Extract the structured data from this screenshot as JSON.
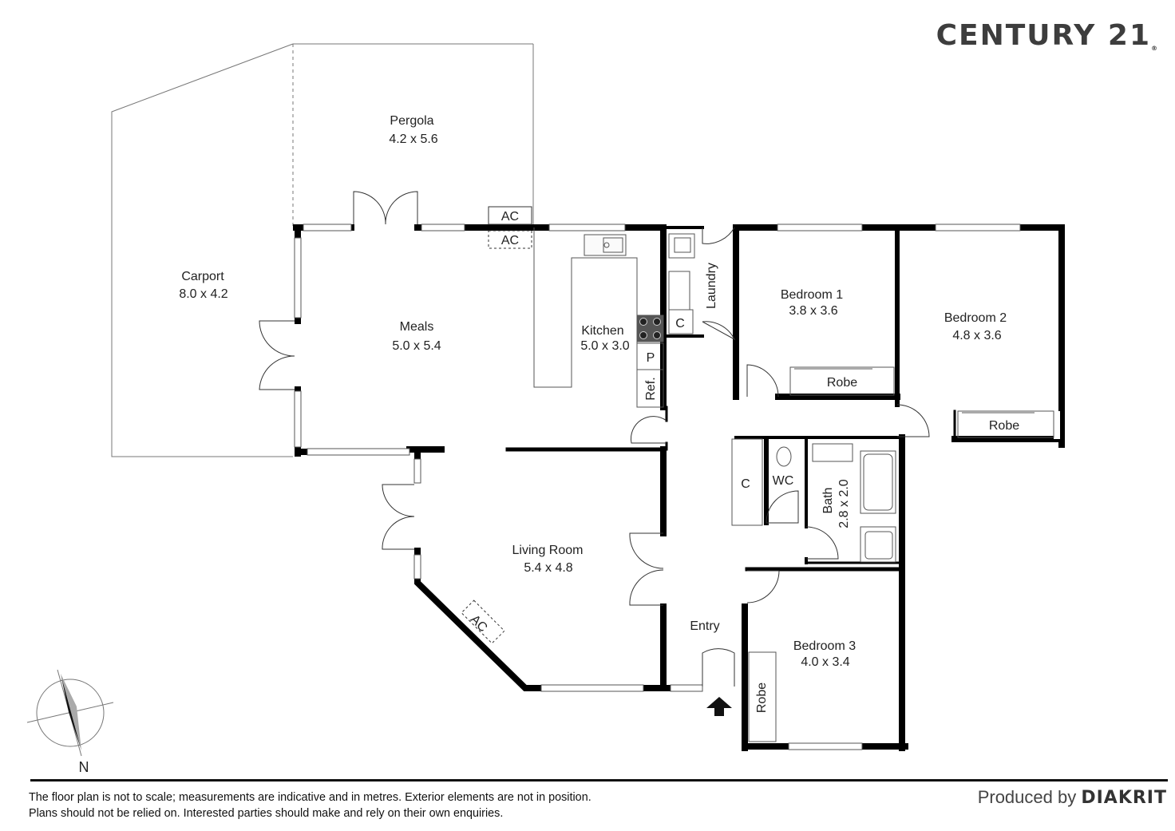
{
  "brand": {
    "name": "CENTURY 21",
    "mark": "®"
  },
  "rooms": {
    "pergola": {
      "name": "Pergola",
      "size": "4.2 x 5.6"
    },
    "carport": {
      "name": "Carport",
      "size": "8.0 x 4.2"
    },
    "meals": {
      "name": "Meals",
      "size": "5.0 x 5.4"
    },
    "kitchen": {
      "name": "Kitchen",
      "size": "5.0 x 3.0"
    },
    "laundry": {
      "name": "Laundry"
    },
    "bedroom1": {
      "name": "Bedroom 1",
      "size": "3.8 x 3.6"
    },
    "bedroom2": {
      "name": "Bedroom 2",
      "size": "4.8 x 3.6"
    },
    "living": {
      "name": "Living Room",
      "size": "5.4 x 4.8"
    },
    "entry": {
      "name": "Entry"
    },
    "bath": {
      "name": "Bath",
      "size": "2.8 x 2.0"
    },
    "bedroom3": {
      "name": "Bedroom 3",
      "size": "4.0 x 3.4"
    }
  },
  "fixtures": {
    "ac": "AC",
    "pantry": "P",
    "fridge": "Ref.",
    "cupboard": "C",
    "wc": "WC",
    "robe": "Robe"
  },
  "compass": {
    "north": "N"
  },
  "footer": {
    "disclaimer_line1": "The floor plan is not to scale; measurements are indicative and in metres. Exterior elements are not in position.",
    "disclaimer_line2": "Plans should not be relied on. Interested parties should make and rely on their own enquiries.",
    "produced_by": "Produced by",
    "producer": "DIAKRIT"
  }
}
